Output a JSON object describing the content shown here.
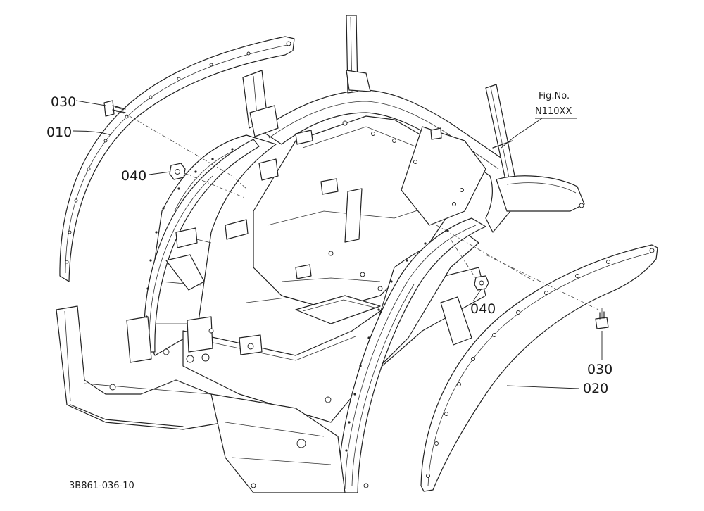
{
  "figure": {
    "fig_label": "Fig.No.",
    "fig_number": "N110XX",
    "drawing_code": "3B861-036-10"
  },
  "callouts": {
    "p010": "010",
    "p020": "020",
    "p030_left": "030",
    "p030_right": "030",
    "p040_left": "040",
    "p040_right": "040"
  }
}
